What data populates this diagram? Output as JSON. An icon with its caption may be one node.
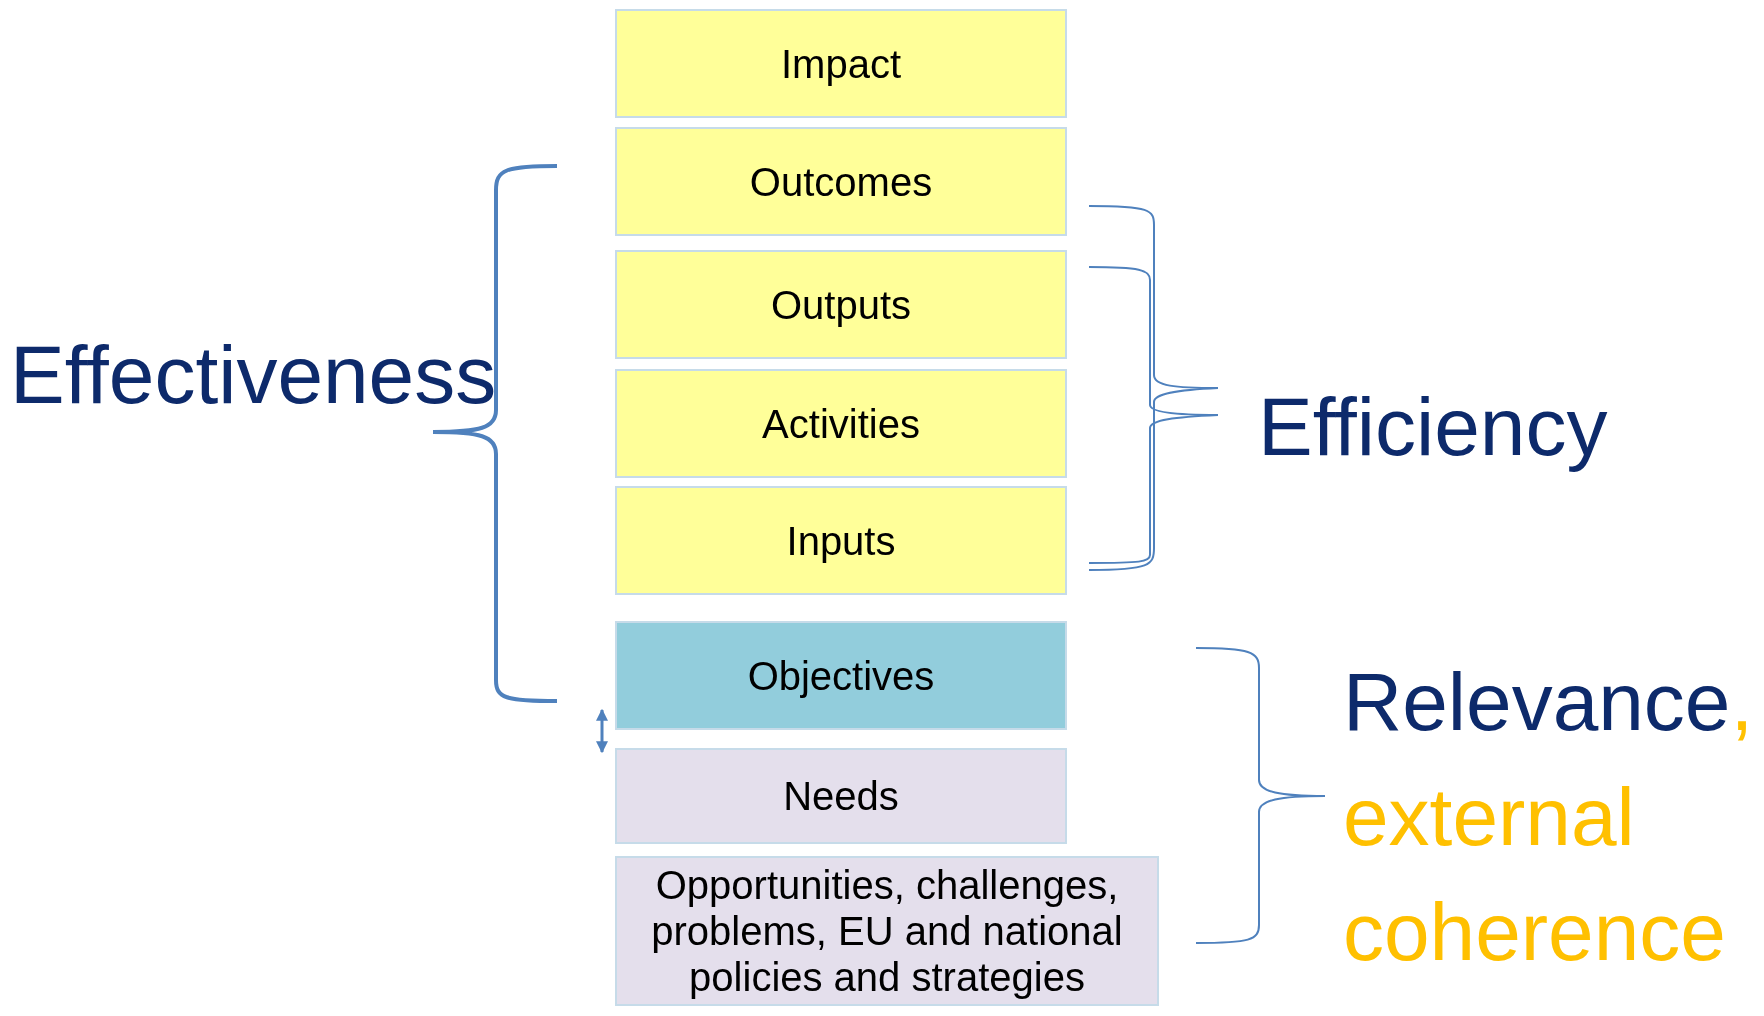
{
  "diagram": {
    "nodes": [
      {
        "text": [
          "Impact"
        ]
      },
      {
        "text": [
          "Outcomes"
        ]
      },
      {
        "text": [
          "Outputs"
        ]
      },
      {
        "text": [
          "Activities"
        ]
      },
      {
        "text": [
          "Inputs"
        ]
      },
      {
        "text": [
          "Objectives"
        ]
      },
      {
        "text": [
          "Needs"
        ]
      },
      {
        "text": [
          "Opportunities, challenges, problems, EU and national policies and strategies"
        ]
      }
    ],
    "edges": [
      {
        "from": 5,
        "to": 6,
        "arrow": "both"
      }
    ],
    "labels": [
      "Effectiveness",
      "Efficiency",
      "Relevance",
      ", external coherence"
    ]
  }
}
